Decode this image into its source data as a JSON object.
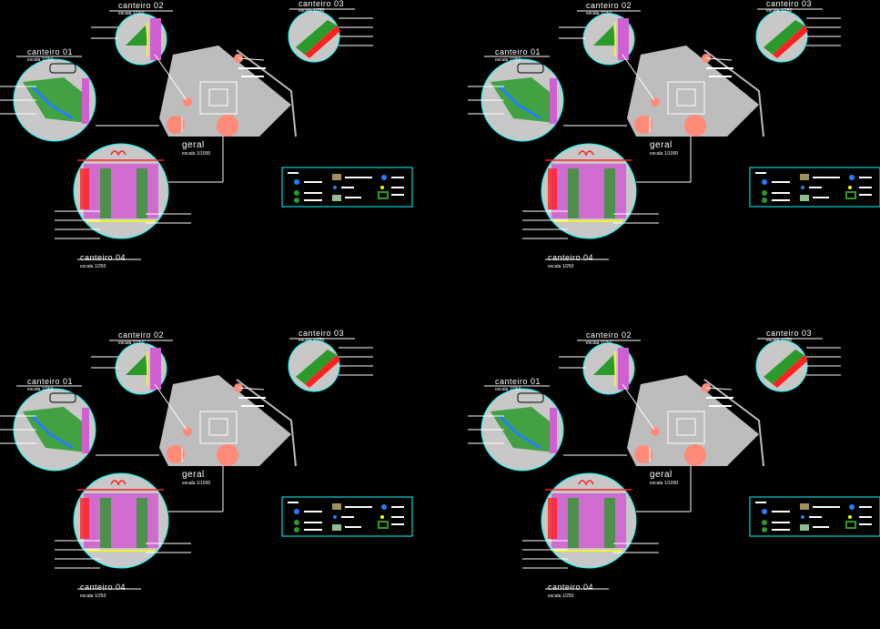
{
  "sheets": [
    {
      "labels": {
        "c01": "canteiro 01",
        "c01_scale": "escala 1/250",
        "c02": "canteiro 02",
        "c02_scale": "escala 1/250",
        "c03": "canteiro 03",
        "c03_scale": "escala 1/250",
        "c04": "canteiro 04",
        "c04_scale": "escala 1/250",
        "geral": "geral",
        "geral_scale": "escala 1/1000"
      }
    },
    {
      "labels": {
        "c01": "canteiro 01",
        "c01_scale": "escala 1/250",
        "c02": "canteiro 02",
        "c02_scale": "escala 1/250",
        "c03": "canteiro 03",
        "c03_scale": "escala 1/250",
        "c04": "canteiro 04",
        "c04_scale": "escala 1/250",
        "geral": "geral",
        "geral_scale": "escala 1/1000"
      }
    },
    {
      "labels": {
        "c01": "canteiro 01",
        "c01_scale": "escala 1/250",
        "c02": "canteiro 02",
        "c02_scale": "escala 1/250",
        "c03": "canteiro 03",
        "c03_scale": "escala 1/250",
        "c04": "canteiro 04",
        "c04_scale": "escala 1/250",
        "geral": "geral",
        "geral_scale": "escala 1/1000"
      }
    },
    {
      "labels": {
        "c01": "canteiro 01",
        "c01_scale": "escala 1/250",
        "c02": "canteiro 02",
        "c02_scale": "escala 1/250",
        "c03": "canteiro 03",
        "c03_scale": "escala 1/250",
        "c04": "canteiro 04",
        "c04_scale": "escala 1/250",
        "geral": "geral",
        "geral_scale": "escala 1/1000"
      }
    }
  ],
  "colors": {
    "background": "#000000",
    "circle_fill": "#c8c8c8",
    "circle_outline": "#00ffff",
    "marker": "#ff8a78",
    "site": "#bdbdbd",
    "paving": "#d060d0",
    "planting": "#2a9a2a",
    "water": "#2080ff",
    "edge_red": "#ff2020",
    "edge_yellow": "#ffff00",
    "legend_frame": "#00ffff"
  }
}
